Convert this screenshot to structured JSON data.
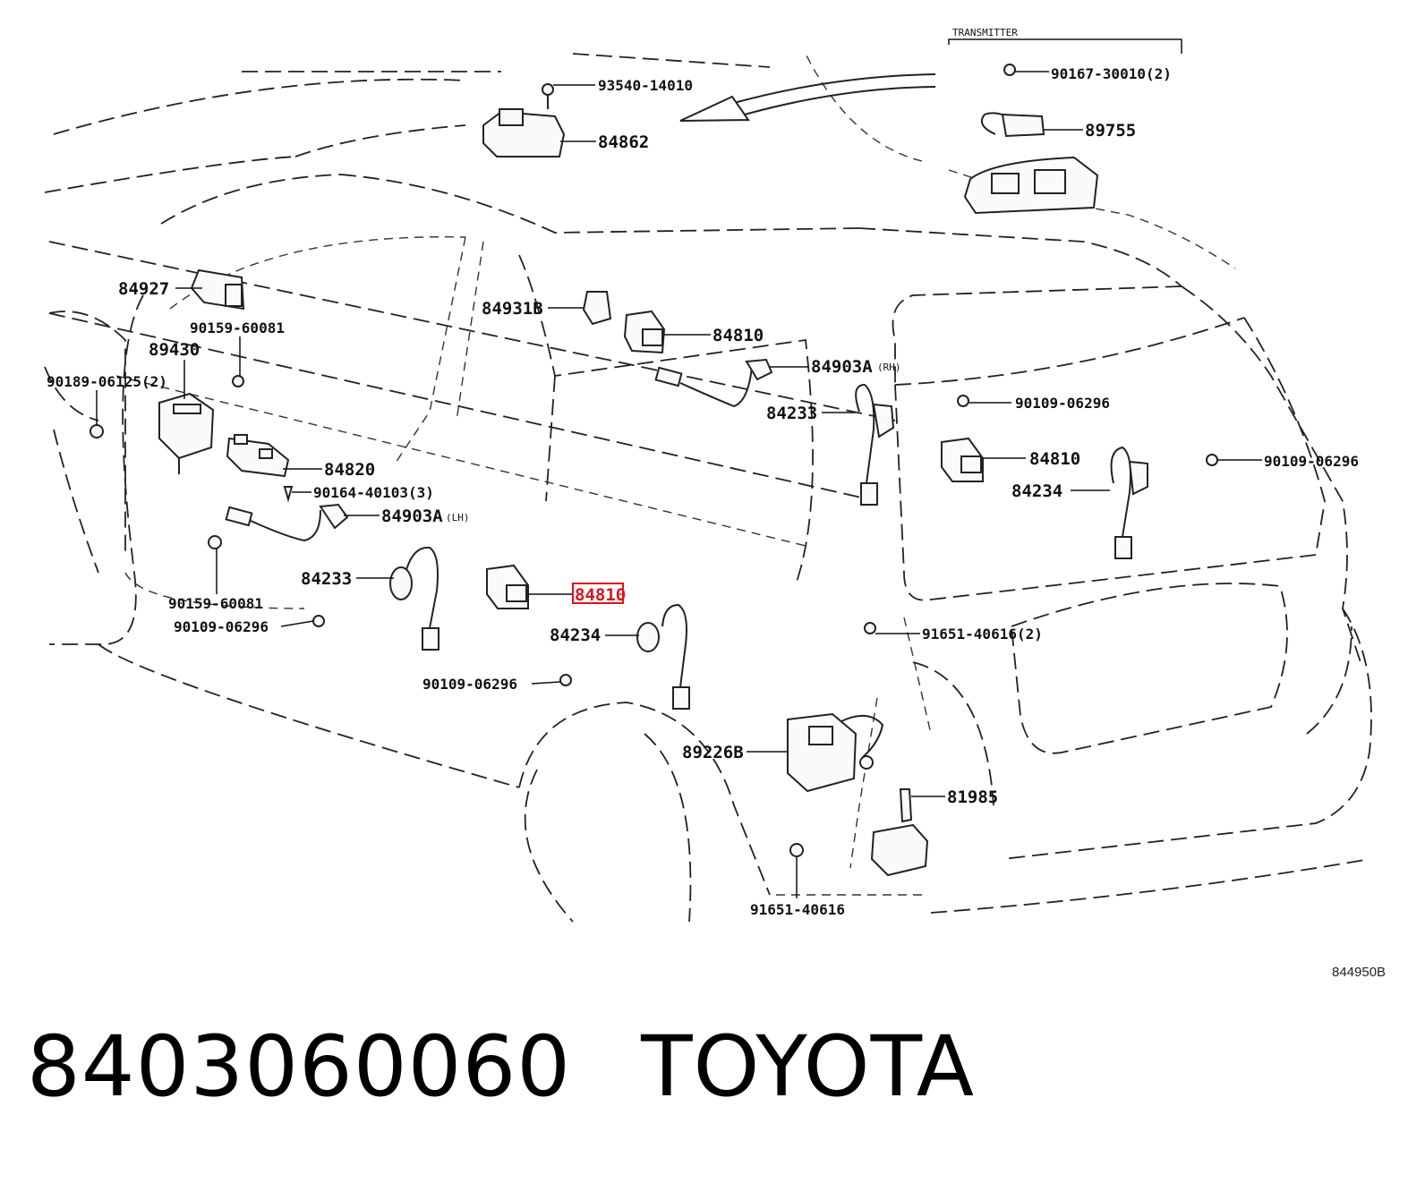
{
  "diagram": {
    "group_label": "TRANSMITTER",
    "highlighted_part": "84810",
    "labels": {
      "l_84927": "84927",
      "l_90159_60081_a": "90159-60081",
      "l_89430": "89430",
      "l_90189_06125": "90189-06125(2)",
      "l_84820": "84820",
      "l_90164_40103": "90164-40103(3)",
      "l_84903a_lh": "84903A",
      "l_lh": "(LH)",
      "l_84233_left": "84233",
      "l_90159_60081_b": "90159-60081",
      "l_90109_06296_a": "90109-06296",
      "l_84931b": "84931B",
      "l_84810_top": "84810",
      "l_84903a_rh": "84903A",
      "l_rh": "(RH)",
      "l_84233_right": "84233",
      "l_84234_center": "84234",
      "l_90109_06296_b": "90109-06296",
      "l_93540_14010": "93540-14010",
      "l_84862": "84862",
      "l_90167_30010": "90167-30010(2)",
      "l_89755": "89755",
      "l_90109_06296_c": "90109-06296",
      "l_84810_right": "84810",
      "l_90109_06296_d": "90109-06296",
      "l_84234_right": "84234",
      "l_91651_40616_2": "91651-40616(2)",
      "l_89226b": "89226B",
      "l_81985": "81985",
      "l_91651_40616": "91651-40616"
    },
    "catalog_code": "844950B"
  },
  "footer": {
    "part_number": "8403060060",
    "brand": "TOYOTA"
  },
  "colors": {
    "highlight": "#d9141b",
    "ink": "#111111"
  }
}
